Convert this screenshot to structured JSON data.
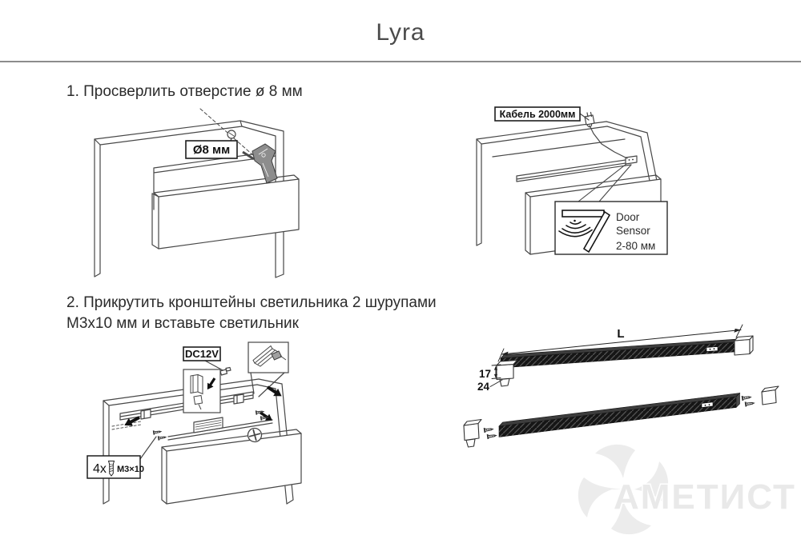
{
  "page": {
    "title": "Lyra",
    "watermark": "АМЕТИСТ"
  },
  "step1": {
    "heading": "1. Просверлить отверстие ø 8 мм",
    "hole_label": "Ø8 мм"
  },
  "sensor_diagram": {
    "cable_label": "Кабель 2000мм",
    "door_line1": "Door",
    "door_line2": "Sensor",
    "range_label": "2-80 мм"
  },
  "step2": {
    "heading_line1": "2. Прикрутить кронштейны светильника 2 шурупами",
    "heading_line2": "М3х10 мм и вставьте светильник",
    "power_label": "DC12V",
    "screw_qty": "4x",
    "screw_size": "М3×10"
  },
  "fixture_dimensions": {
    "length_label": "L",
    "height_label": "17",
    "depth_label": "24"
  },
  "colors": {
    "line": "#474747",
    "label_border": "#1d1d1d",
    "bar_fill": "#161616",
    "watermark": "#ececec"
  }
}
